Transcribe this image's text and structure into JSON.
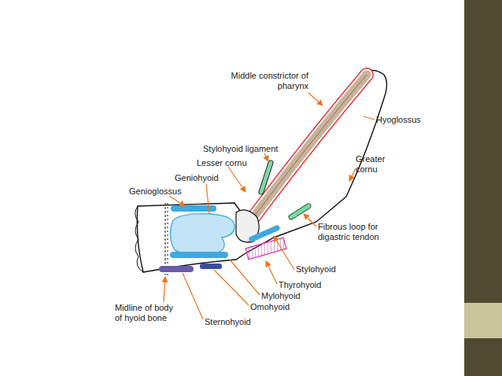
{
  "diagram": {
    "labels": [
      "Middle constrictor of pharynx",
      "Hyoglossus",
      "Stylohyoid ligament",
      "Lesser cornu",
      "Geniohyoid",
      "Genioglossus",
      "Greater cornu",
      "Fibrous loop for digastric tendon",
      "Stylohyoid",
      "Thyrohyoid",
      "Mylohyoid",
      "Omohyoid",
      "Midline of body of hyoid bone",
      "Sternohyoid"
    ]
  }
}
